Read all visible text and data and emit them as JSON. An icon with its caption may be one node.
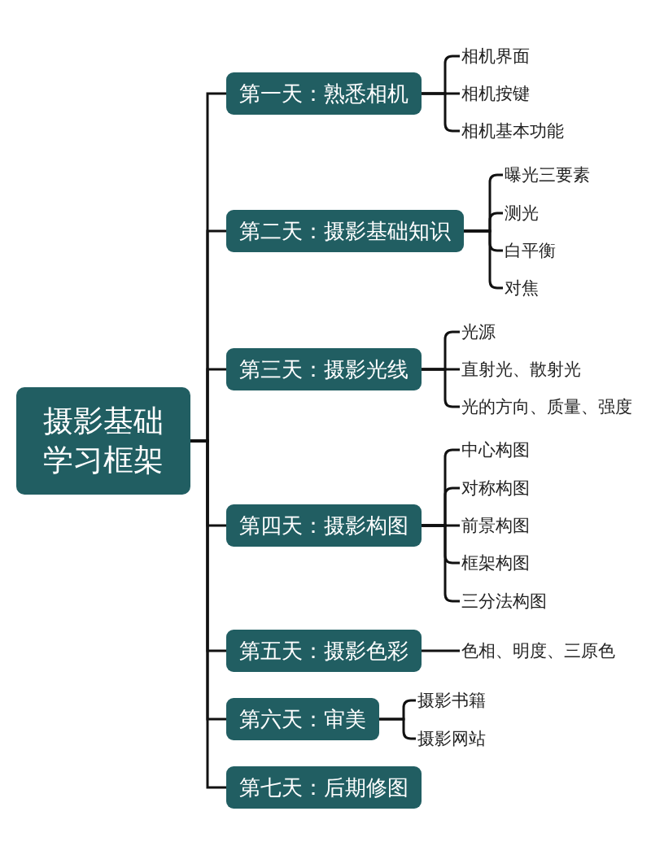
{
  "diagram": {
    "nodes": [
      {
        "text": [
          "摄影基础学习框架"
        ]
      },
      {
        "text": [
          "第一天：熟悉相机"
        ]
      },
      {
        "text": [
          "相机界面"
        ]
      },
      {
        "text": [
          "相机按键"
        ]
      },
      {
        "text": [
          "相机基本功能"
        ]
      },
      {
        "text": [
          "第二天：摄影基础知识"
        ]
      },
      {
        "text": [
          "曝光三要素"
        ]
      },
      {
        "text": [
          "测光"
        ]
      },
      {
        "text": [
          "白平衡"
        ]
      },
      {
        "text": [
          "对焦"
        ]
      },
      {
        "text": [
          "第三天：摄影光线"
        ]
      },
      {
        "text": [
          "光源"
        ]
      },
      {
        "text": [
          "直射光、散射光"
        ]
      },
      {
        "text": [
          "光的方向、质量、强度"
        ]
      },
      {
        "text": [
          "第四天：摄影构图"
        ]
      },
      {
        "text": [
          "中心构图"
        ]
      },
      {
        "text": [
          "对称构图"
        ]
      },
      {
        "text": [
          "前景构图"
        ]
      },
      {
        "text": [
          "框架构图"
        ]
      },
      {
        "text": [
          "三分法构图"
        ]
      },
      {
        "text": [
          "第五天：摄影色彩"
        ]
      },
      {
        "text": [
          "色相、明度、三原色"
        ]
      },
      {
        "text": [
          "第六天：审美"
        ]
      },
      {
        "text": [
          "摄影书籍"
        ]
      },
      {
        "text": [
          "摄影网站"
        ]
      },
      {
        "text": [
          "第七天：后期修图"
        ]
      }
    ],
    "edges": [
      {
        "from": 0,
        "to": 1,
        "arrow": "none"
      },
      {
        "from": 0,
        "to": 5,
        "arrow": "none"
      },
      {
        "from": 0,
        "to": 10,
        "arrow": "none"
      },
      {
        "from": 0,
        "to": 14,
        "arrow": "none"
      },
      {
        "from": 0,
        "to": 20,
        "arrow": "none"
      },
      {
        "from": 0,
        "to": 22,
        "arrow": "none"
      },
      {
        "from": 0,
        "to": 25,
        "arrow": "none"
      },
      {
        "from": 1,
        "to": 2,
        "arrow": "none"
      },
      {
        "from": 1,
        "to": 3,
        "arrow": "none"
      },
      {
        "from": 1,
        "to": 4,
        "arrow": "none"
      },
      {
        "from": 5,
        "to": 6,
        "arrow": "none"
      },
      {
        "from": 5,
        "to": 7,
        "arrow": "none"
      },
      {
        "from": 5,
        "to": 8,
        "arrow": "none"
      },
      {
        "from": 5,
        "to": 9,
        "arrow": "none"
      },
      {
        "from": 10,
        "to": 11,
        "arrow": "none"
      },
      {
        "from": 10,
        "to": 12,
        "arrow": "none"
      },
      {
        "from": 10,
        "to": 13,
        "arrow": "none"
      },
      {
        "from": 14,
        "to": 15,
        "arrow": "none"
      },
      {
        "from": 14,
        "to": 16,
        "arrow": "none"
      },
      {
        "from": 14,
        "to": 17,
        "arrow": "none"
      },
      {
        "from": 14,
        "to": 18,
        "arrow": "none"
      },
      {
        "from": 14,
        "to": 19,
        "arrow": "none"
      },
      {
        "from": 20,
        "to": 21,
        "arrow": "none"
      },
      {
        "from": 22,
        "to": 23,
        "arrow": "none"
      },
      {
        "from": 22,
        "to": 24,
        "arrow": "none"
      }
    ]
  }
}
